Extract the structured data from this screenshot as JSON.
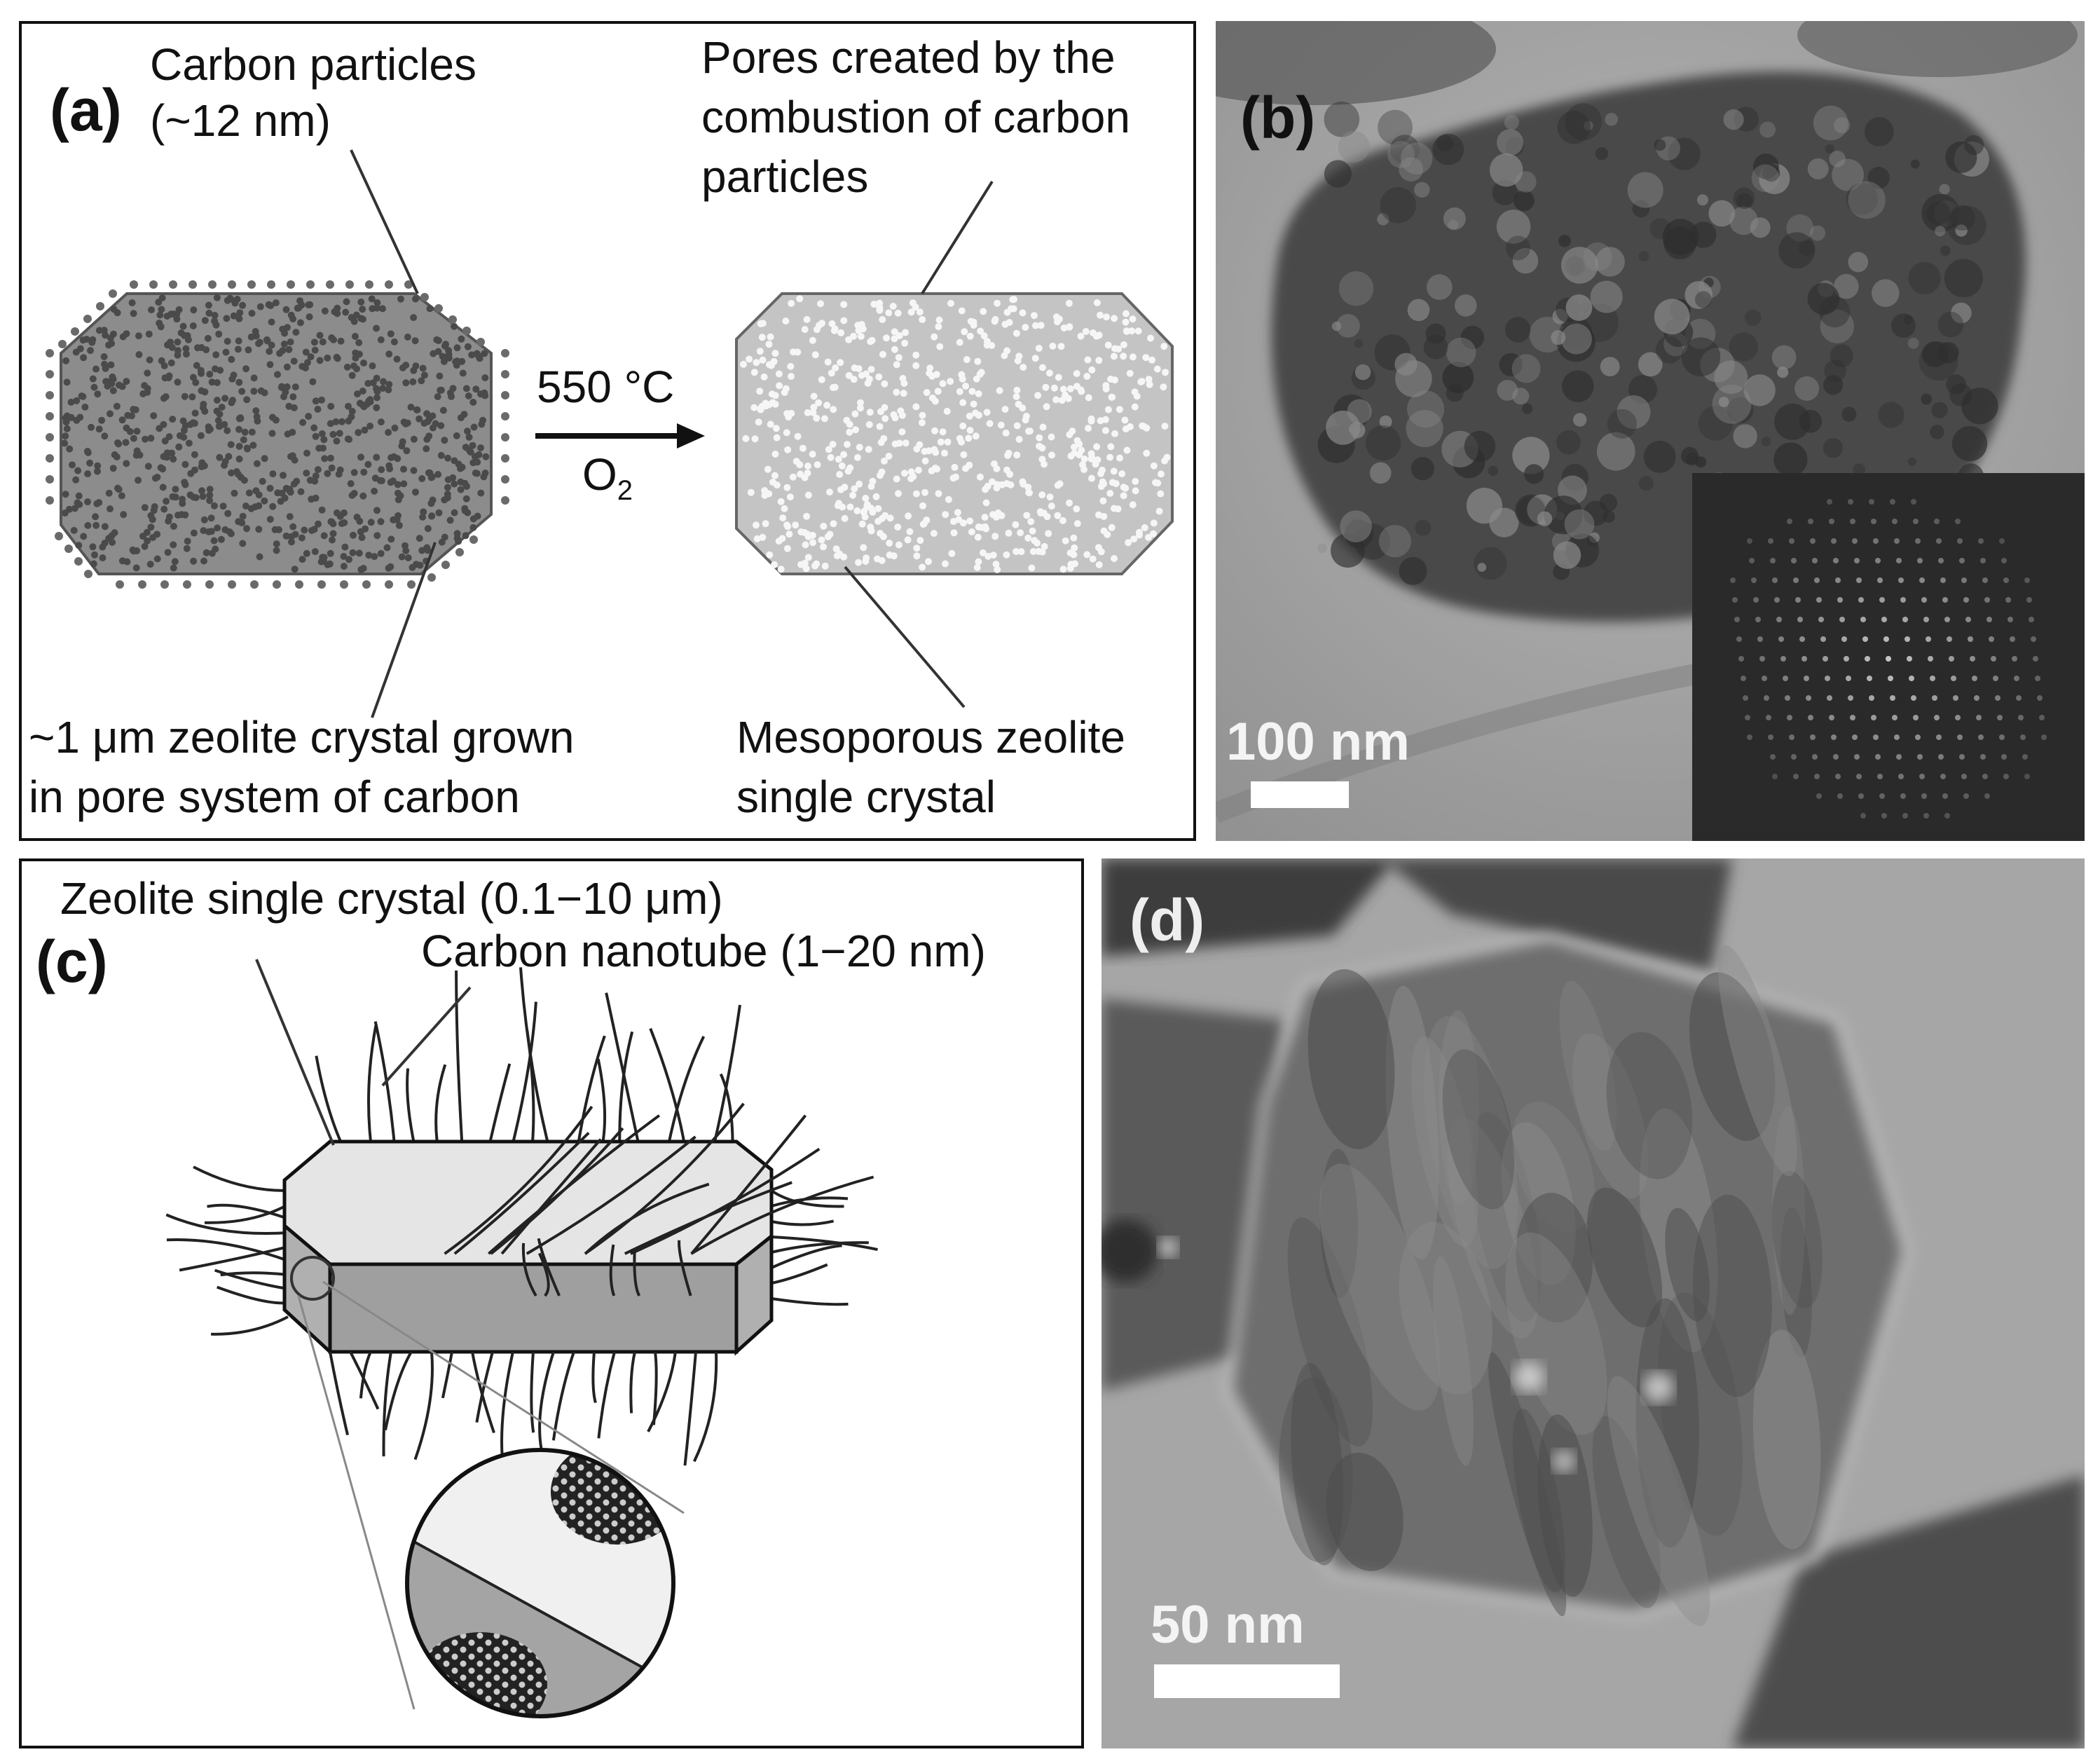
{
  "panel_a": {
    "label": "(a)",
    "carbon_particles": [
      "Carbon particles",
      "(~12 nm)"
    ],
    "pores_created": [
      "Pores created by the",
      "combustion of carbon",
      "particles"
    ],
    "arrow_top": "550 °C",
    "arrow_bottom_main": "O",
    "arrow_bottom_sub": "2",
    "zeolite_grown": [
      "~1 μm zeolite crystal grown",
      "in pore system of carbon"
    ],
    "mesoporous": [
      "Mesoporous zeolite",
      "single crystal"
    ]
  },
  "panel_b": {
    "label": "(b)",
    "scale_text": "100 nm"
  },
  "panel_c": {
    "label": "(c)",
    "zeolite_label": "Zeolite single crystal (0.1−10 μm)",
    "nanotube_label": "Carbon nanotube (1−20 nm)"
  },
  "panel_d": {
    "label": "(d)",
    "scale_text": "50 nm"
  },
  "colors": {
    "crystal_dark": "#8a8a8a",
    "crystal_light": "#d9d9d9",
    "tem_background": "#a6a6a6",
    "tem_dark": "#3a3a3a",
    "diffraction_bg": "#2a2a2a"
  }
}
